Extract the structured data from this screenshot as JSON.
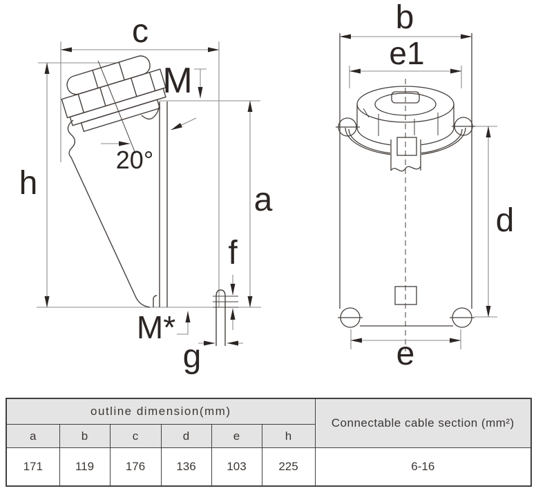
{
  "drawing": {
    "left_view": {
      "labels": {
        "c": "c",
        "h": "h",
        "a": "a",
        "m": "M",
        "m_star": "M*",
        "angle": "20°",
        "f": "f",
        "g": "g"
      }
    },
    "right_view": {
      "labels": {
        "b": "b",
        "e1": "e1",
        "d": "d",
        "e": "e"
      }
    }
  },
  "table": {
    "group_header": "outline dimension(mm)",
    "cable_header": "Connectable cable section (mm²)",
    "col_headers": [
      "a",
      "b",
      "c",
      "d",
      "e",
      "h"
    ],
    "values": [
      "171",
      "119",
      "176",
      "136",
      "103",
      "225"
    ],
    "cable_value": "6-16"
  },
  "colors": {
    "outline": "#443e3a",
    "dimension_line": "#8a8a8a",
    "arrow_and_text": "#2b2523",
    "table_header_bg": "#e4e4e4",
    "table_border": "#3f3f3f"
  }
}
